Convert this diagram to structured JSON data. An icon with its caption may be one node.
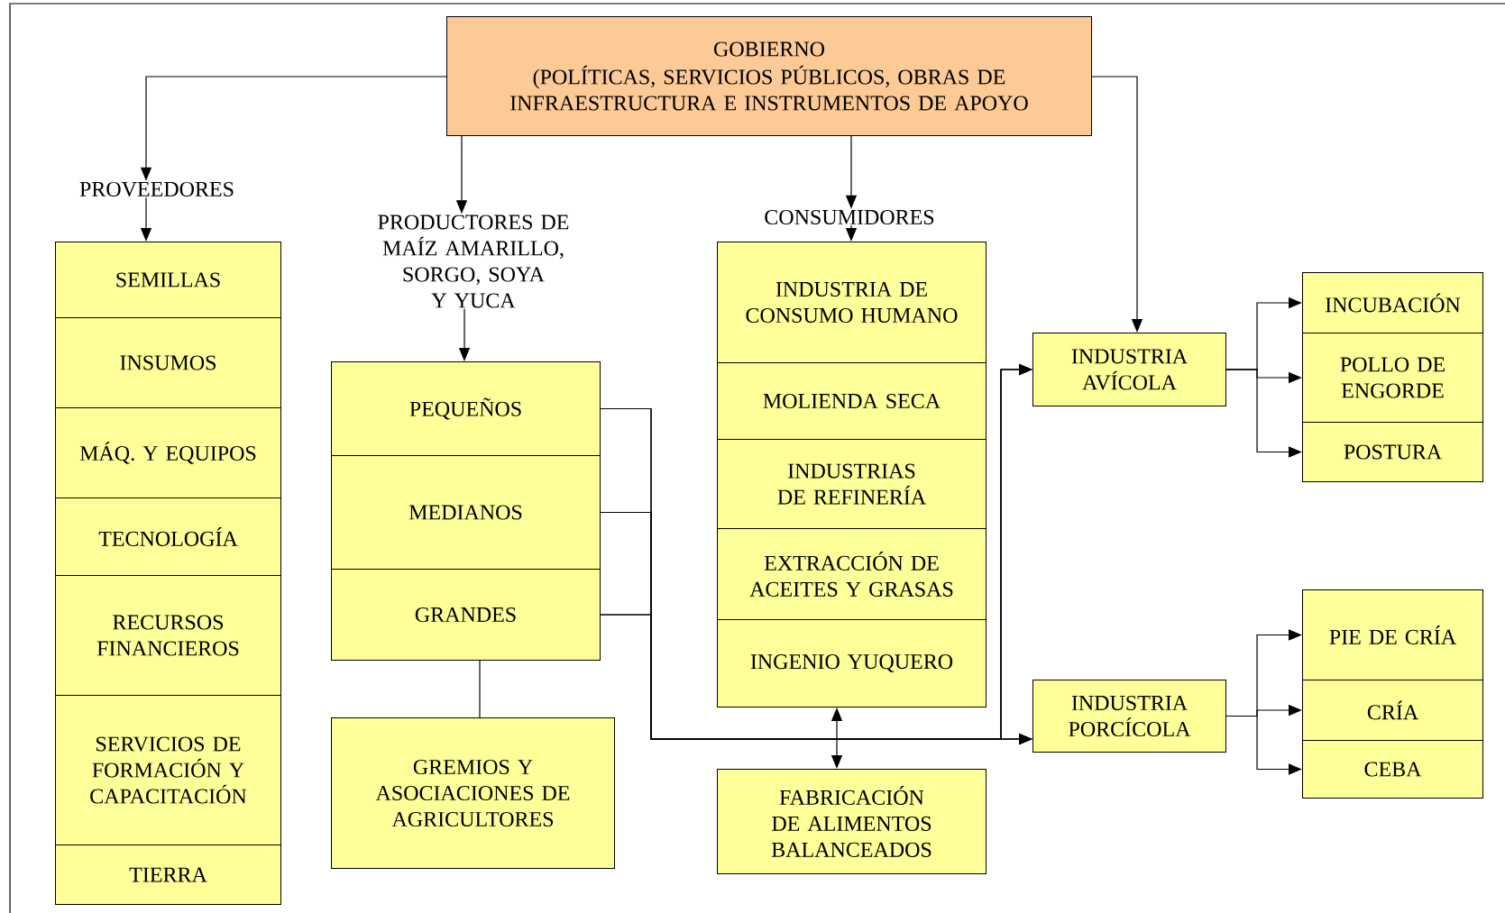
{
  "diagram": {
    "nodes": [
      {
        "text": [
          "GOBIERNO",
          "(POLÍTICAS, SERVICIOS PÚBLICOS, OBRAS DE INFRAESTRUCTURA E INSTRUMENTOS DE APOYO"
        ]
      },
      {
        "text": [
          "PROVEEDORES"
        ]
      },
      {
        "text": [
          "PRODUCTORES DE MAÍZ AMARILLO, SORGO, SOYA Y YUCA"
        ]
      },
      {
        "text": [
          "CONSUMIDORES"
        ]
      },
      {
        "text": [
          "SEMILLAS"
        ]
      },
      {
        "text": [
          "INSUMOS"
        ]
      },
      {
        "text": [
          "MÁQ. Y EQUIPOS"
        ]
      },
      {
        "text": [
          "TECNOLOGÍA"
        ]
      },
      {
        "text": [
          "RECURSOS FINANCIEROS"
        ]
      },
      {
        "text": [
          "SERVICIOS DE FORMACIÓN Y CAPACITACIÓN"
        ]
      },
      {
        "text": [
          "TIERRA"
        ]
      },
      {
        "text": [
          "PEQUEÑOS"
        ]
      },
      {
        "text": [
          "MEDIANOS"
        ]
      },
      {
        "text": [
          "GRANDES"
        ]
      },
      {
        "text": [
          "GREMIOS Y ASOCIACIONES DE AGRICULTORES"
        ]
      },
      {
        "text": [
          "INDUSTRIA DE CONSUMO HUMANO"
        ]
      },
      {
        "text": [
          "MOLIENDA SECA"
        ]
      },
      {
        "text": [
          "INDUSTRIAS DE REFINERÍA"
        ]
      },
      {
        "text": [
          "EXTRACCIÓN DE ACEITES Y GRASAS"
        ]
      },
      {
        "text": [
          "INGENIO YUQUERO"
        ]
      },
      {
        "text": [
          "FABRICACIÓN DE ALIMENTOS BALANCEADOS"
        ]
      },
      {
        "text": [
          "INDUSTRIA AVÍCOLA"
        ]
      },
      {
        "text": [
          "INCUBACIÓN"
        ]
      },
      {
        "text": [
          "POLLO DE ENGORDE"
        ]
      },
      {
        "text": [
          "POSTURA"
        ]
      },
      {
        "text": [
          "INDUSTRIA PORCÍCOLA"
        ]
      },
      {
        "text": [
          "PIE DE CRÍA"
        ]
      },
      {
        "text": [
          "CRÍA"
        ]
      },
      {
        "text": [
          "CEBA"
        ]
      }
    ],
    "edges": [
      {
        "from": 0,
        "to": 1,
        "arrow": "to"
      },
      {
        "from": 1,
        "to": 4,
        "arrow": "to"
      },
      {
        "from": 0,
        "to": 2,
        "arrow": "to"
      },
      {
        "from": 2,
        "to": 11,
        "arrow": "to"
      },
      {
        "from": 0,
        "to": 3,
        "arrow": "to"
      },
      {
        "from": 3,
        "to": 15,
        "arrow": "to"
      },
      {
        "from": 0,
        "to": 21,
        "arrow": "to"
      },
      {
        "from": 11,
        "to": 25,
        "arrow": "to"
      },
      {
        "from": 12,
        "to": 25,
        "arrow": "to"
      },
      {
        "from": 13,
        "to": 25,
        "arrow": "to"
      },
      {
        "from": 11,
        "to": 21,
        "arrow": "to"
      },
      {
        "from": 12,
        "to": 21,
        "arrow": "to"
      },
      {
        "from": 13,
        "to": 21,
        "arrow": "to"
      },
      {
        "from": 13,
        "to": 14,
        "arrow": "none"
      },
      {
        "from": 19,
        "to": 20,
        "arrow": "both"
      },
      {
        "from": 21,
        "to": 22,
        "arrow": "to"
      },
      {
        "from": 21,
        "to": 23,
        "arrow": "to"
      },
      {
        "from": 21,
        "to": 24,
        "arrow": "to"
      },
      {
        "from": 25,
        "to": 26,
        "arrow": "to"
      },
      {
        "from": 25,
        "to": 27,
        "arrow": "to"
      },
      {
        "from": 25,
        "to": 28,
        "arrow": "to"
      }
    ]
  }
}
